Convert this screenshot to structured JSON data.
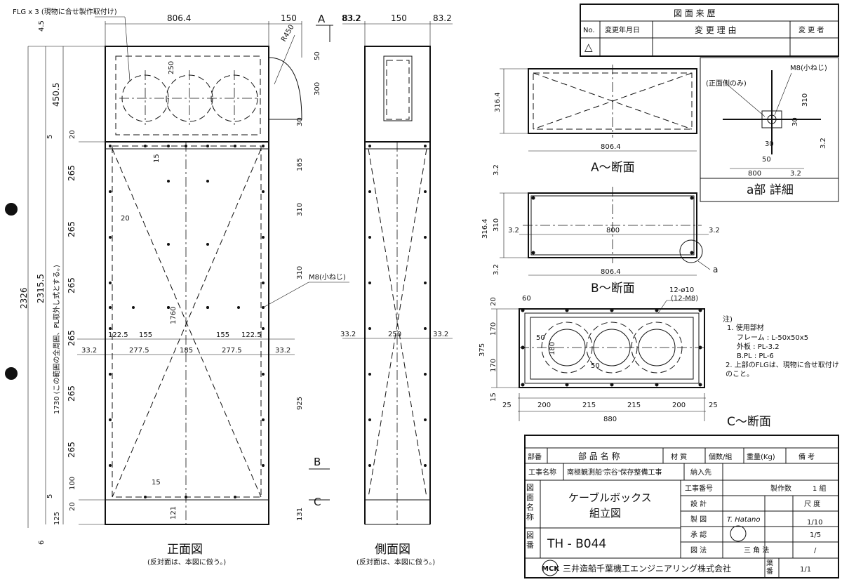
{
  "notes_top": {
    "flg": "FLG x 3 (現物に合せ製作取付け)",
    "a_mark": "A",
    "r450": "R450",
    "m8_front": "M8(小ねじ)",
    "b_mark": "B",
    "c_mark": "C"
  },
  "front_view": {
    "title": "正面図",
    "subtitle": "(反対面は、本図に倣う。)",
    "dims_top": [
      "806.4",
      "150",
      "83.2"
    ],
    "dims_left_outer": [
      "2326",
      "2315.5",
      "1730 (この範囲の全周囲、PL取外し式とする。)"
    ],
    "dims_left": [
      "4.5",
      "450.5",
      "5",
      "20",
      "265",
      "265",
      "265",
      "265",
      "265",
      "265",
      "100",
      "5",
      "20",
      "125",
      "6"
    ],
    "dims_inner": [
      "250",
      "300",
      "50",
      "15",
      "165",
      "310",
      "310",
      "20",
      "1760",
      "925",
      "15",
      "121",
      "131",
      "30"
    ],
    "dims_horizontal": [
      "122.5",
      "155",
      "155",
      "122.5",
      "33.2",
      "277.5",
      "185",
      "277.5",
      "33.2",
      "20"
    ]
  },
  "side_view": {
    "title": "側面図",
    "subtitle": "(反対面は、本図に倣う。)",
    "dims_top": [
      "83.2",
      "150",
      "83.2"
    ],
    "dims_mid": [
      "33.2",
      "250",
      "33.2"
    ]
  },
  "section_a": {
    "title": "A～断面",
    "dims": [
      "316.4",
      "806.4"
    ]
  },
  "section_b": {
    "title": "B～断面",
    "dims": [
      "3.2",
      "316.4",
      "310",
      "3.2",
      "3.2",
      "800",
      "3.2",
      "806.4"
    ],
    "a_mark": "a"
  },
  "section_c": {
    "title": "C～断面",
    "dims": [
      "60",
      "20",
      "170",
      "375",
      "170",
      "15",
      "50",
      "180",
      "50",
      "25",
      "200",
      "215",
      "215",
      "200",
      "25",
      "880"
    ],
    "holes": "12-ø10",
    "holes_sub": "(12-M8)"
  },
  "detail_a": {
    "title": "a部 詳細",
    "note": "(正面側のみ)",
    "m8": "M8(小ねじ)",
    "dims": [
      "310",
      "30",
      "3.2",
      "30",
      "50",
      "800",
      "3.2"
    ]
  },
  "notes": {
    "head": "注)",
    "items": [
      "1. 使用部材",
      "フレーム : L-50x50x5",
      "外板 : PL-3.2",
      "B.PL : PL-6",
      "2. 上部のFLGは、現物に合せ取付けのこと。"
    ]
  },
  "revision": {
    "title": "図 面 来 歴",
    "headers": [
      "No.",
      "変更年月日",
      "変 更 理 由",
      "変 更 者"
    ],
    "row_mark": "△"
  },
  "parts": {
    "headers": [
      "部番",
      "部 品 名 称",
      "材 質",
      "個数/組",
      "重量(Kg)",
      "備 考"
    ]
  },
  "title_block": {
    "project_label": "工事名称",
    "project": "南極観測船'宗谷'保存整備工事",
    "delivery_label": "納入先",
    "drawing_name_label": "図面名称",
    "drawing_name_1": "ケーブルボックス",
    "drawing_name_2": "組立図",
    "work_no_label": "工事番号",
    "qty_label": "製作数",
    "qty": "1 組",
    "design_label": "設 計",
    "scale_label": "尺 度",
    "made_label": "製 図",
    "made_sign": "T. Hatano",
    "scale_1": "1/10",
    "approve_label": "承 認",
    "scale_2": "1/5",
    "drawing_no_label": "図番",
    "drawing_no": "TH - B044",
    "method_label": "図 法",
    "method": "三 角 法",
    "scale_3": "/",
    "company_logo": "MCK",
    "company": "三井造船千葉機工エンジニアリング株式会社",
    "sheet_label": "葉番",
    "sheet": "1/1"
  }
}
